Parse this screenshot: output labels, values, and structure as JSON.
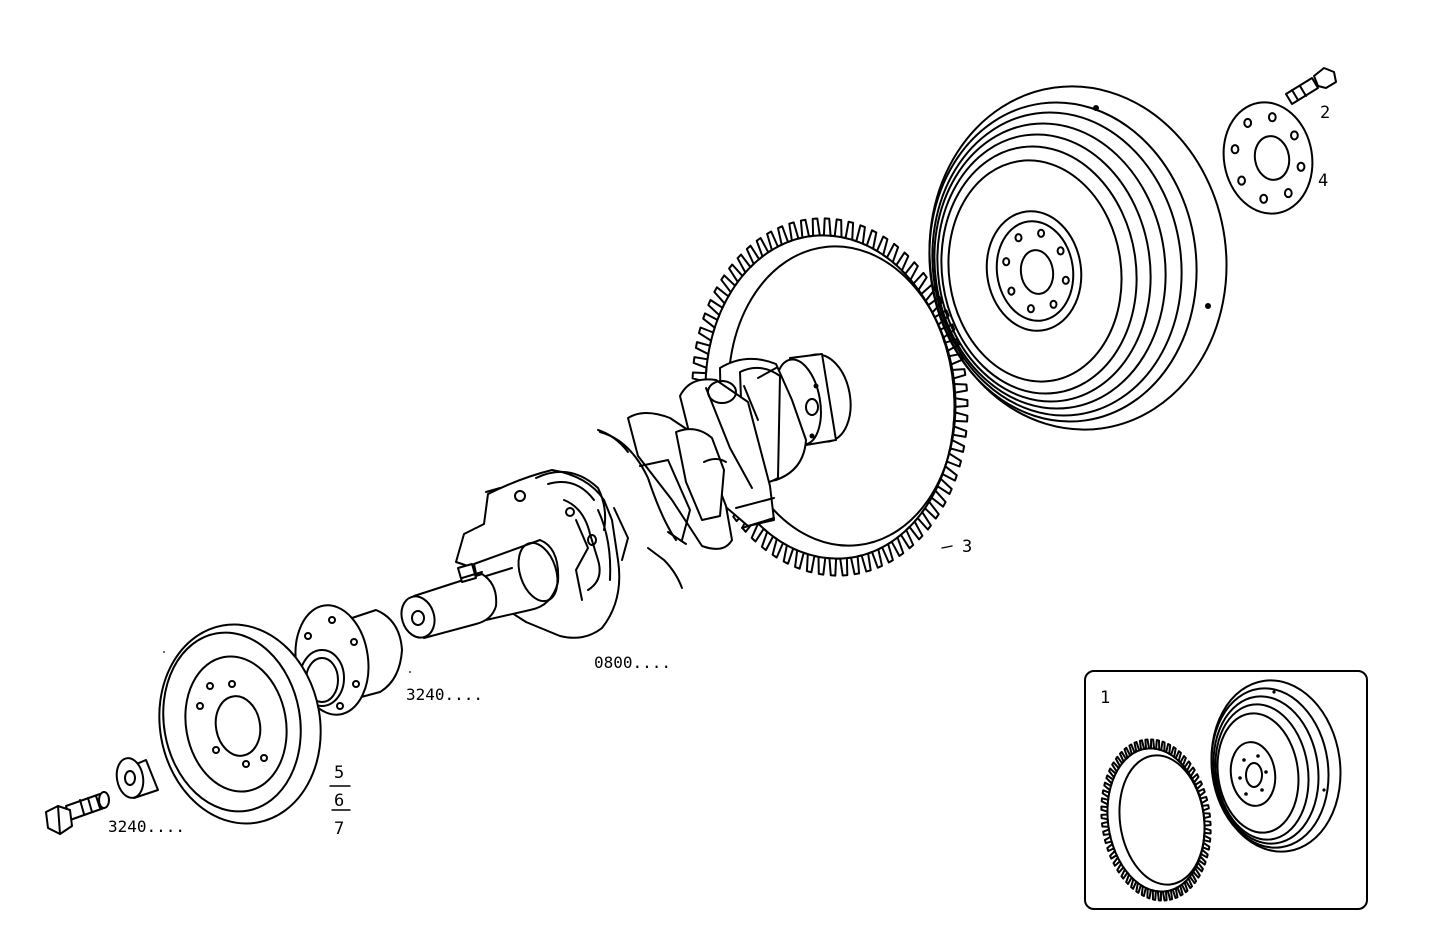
{
  "callouts": {
    "c1": "1",
    "c2": "2",
    "c3": "3",
    "c4": "4",
    "c5": "5",
    "c6": "6",
    "c7": "7"
  },
  "references": {
    "crankshaft": "0800....",
    "seal_group": "3240....",
    "screw_group": "3240...."
  },
  "gears": {
    "ring_gear_teeth": 72,
    "inset_ring_gear_teeth": 60
  }
}
